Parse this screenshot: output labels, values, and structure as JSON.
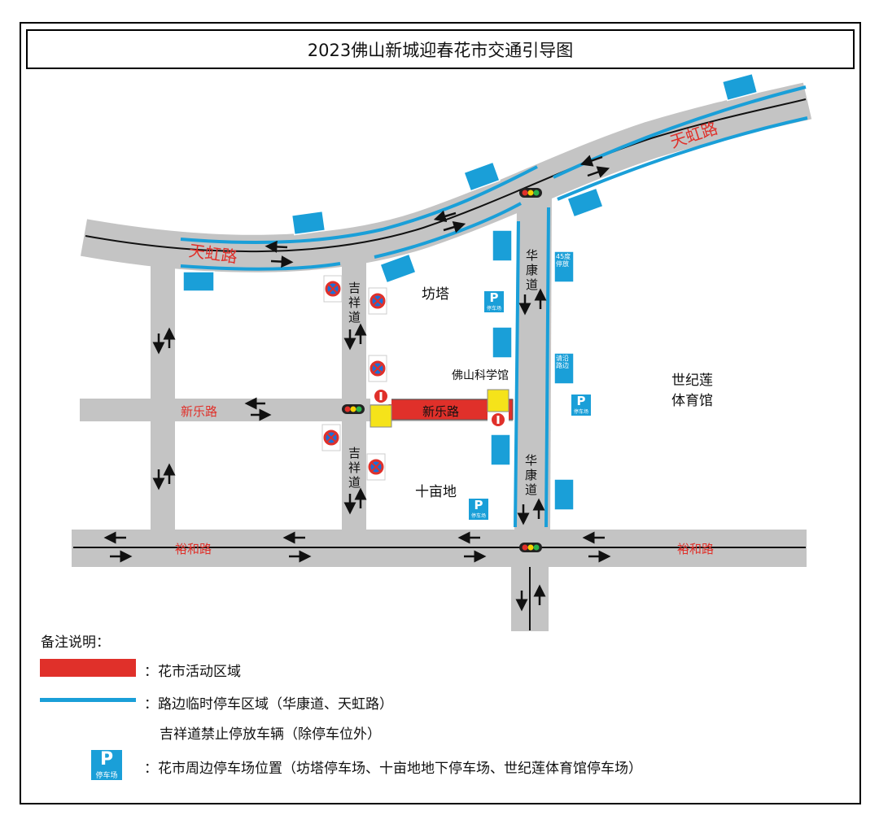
{
  "title": "2023佛山新城迎春花市交通引导图",
  "roads": {
    "tianhong": "天虹路",
    "xinle": "新乐路",
    "yuhe": "裕和路",
    "jixiang": "吉祥道",
    "huakang": "华康道"
  },
  "places": {
    "fangta": "坊塔",
    "kexueguan": "佛山科学馆",
    "shimudi": "十亩地",
    "tiyuguan_1": "世纪莲",
    "tiyuguan_2": "体育馆"
  },
  "parking_sign": {
    "letter": "P",
    "text": "停车场"
  },
  "curb_sign": {
    "col1": "请沿路边",
    "col2": "45度停放"
  },
  "colors": {
    "road": "#c4c4c4",
    "market": "#e0302a",
    "curb_parking": "#1a9fd8",
    "parking": "#1a9fd8",
    "no_parking": "#e0302a"
  },
  "legend": {
    "heading": "备注说明：",
    "market": "：花市活动区域",
    "curb": "：路边临时停车区域（华康道、天虹路）",
    "curb_note": "吉祥道禁止停放车辆（除停车位外）",
    "parking": "：花市周边停车场位置（坊塔停车场、十亩地地下停车场、世纪莲体育馆停车场）"
  }
}
